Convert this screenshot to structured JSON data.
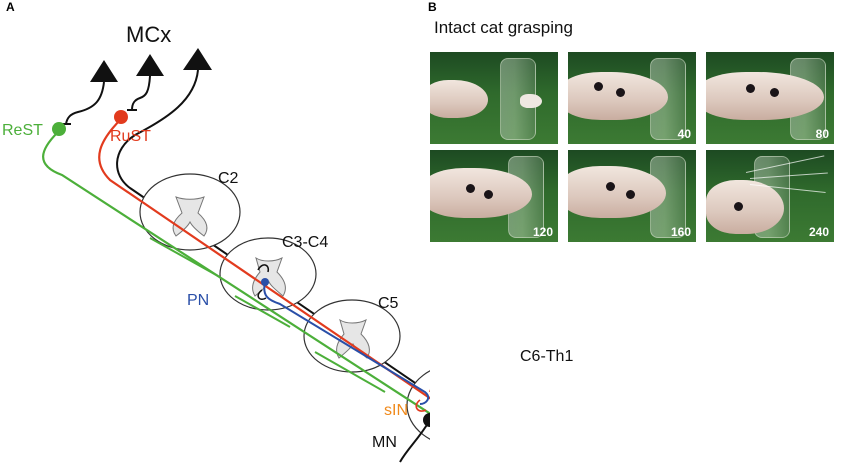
{
  "panel_a": {
    "letter": "A",
    "labels": {
      "mcx": "MCx",
      "rest": "ReST",
      "rust": "RuST",
      "pn": "PN",
      "sin": "sIN",
      "mn": "MN"
    },
    "segments": [
      "C2",
      "C3-C4",
      "C5",
      "C6-Th1"
    ]
  },
  "panel_b": {
    "letter": "B",
    "title": "Intact cat grasping",
    "frames": [
      "",
      "40",
      "80",
      "120",
      "160",
      "240"
    ]
  },
  "colors": {
    "rest": "#4caf3a",
    "rust": "#e23b1e",
    "pn": "#2a4fa8",
    "sin": "#f08a1c",
    "black": "#111111"
  }
}
